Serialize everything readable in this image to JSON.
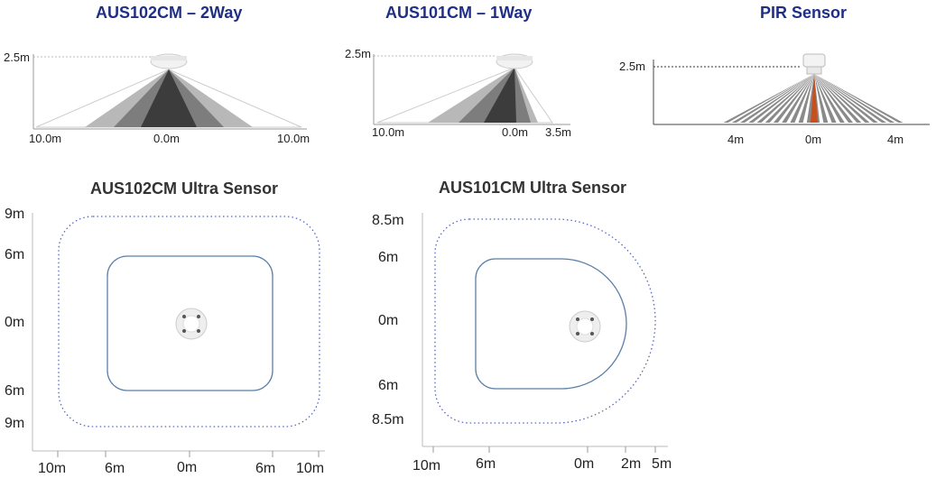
{
  "top": {
    "two_way": {
      "title": "AUS102CM – 2Way",
      "height_label": "2.5m",
      "x_labels": [
        "10.0m",
        "0.0m",
        "10.0m"
      ],
      "colors": {
        "title": "#1f2f86",
        "cone_dark": "#3a3a3a",
        "cone_mid": "#7a7a7a",
        "cone_light": "#b5b5b5"
      }
    },
    "one_way": {
      "title": "AUS101CM – 1Way",
      "height_label": "2.5m",
      "x_labels": [
        "10.0m",
        "0.0m",
        "3.5m"
      ]
    },
    "pir": {
      "title": "PIR Sensor",
      "height_label": "2.5m",
      "x_labels": [
        "4m",
        "0m",
        "4m"
      ],
      "colors": {
        "beam_core": "#c8501e",
        "beam": "#8a8a8a"
      }
    }
  },
  "bottom": {
    "aus102": {
      "title": "AUS102CM Ultra Sensor",
      "y_labels": [
        "9m",
        "6m",
        "0m",
        "6m",
        "9m"
      ],
      "x_labels": [
        "10m",
        "6m",
        "0m",
        "6m",
        "10m"
      ],
      "colors": {
        "inner": "#5b7fa8",
        "outer": "#5566c8"
      }
    },
    "aus101": {
      "title": "AUS101CM Ultra Sensor",
      "y_labels": [
        "8.5m",
        "6m",
        "0m",
        "6m",
        "8.5m"
      ],
      "x_labels": [
        "10m",
        "6m",
        "0m",
        "2m",
        "5m"
      ]
    }
  }
}
